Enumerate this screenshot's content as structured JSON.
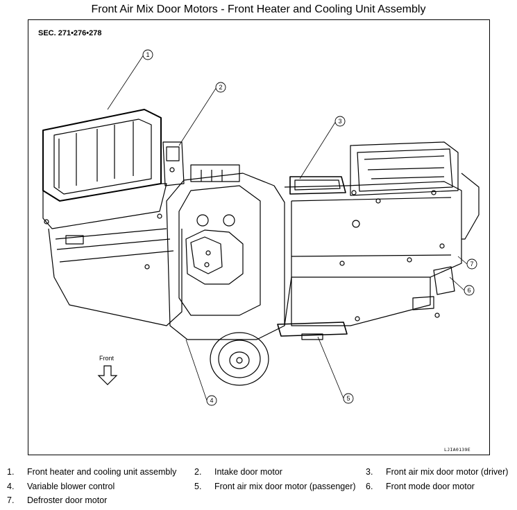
{
  "title": "Front Air Mix Door Motors - Front Heater and Cooling Unit Assembly",
  "section_ref": "SEC. 271•276•278",
  "image_code": "LJIA0139E",
  "front_label": "Front",
  "callouts": [
    {
      "num": "1"
    },
    {
      "num": "2"
    },
    {
      "num": "3"
    },
    {
      "num": "4"
    },
    {
      "num": "5"
    },
    {
      "num": "6"
    },
    {
      "num": "7"
    }
  ],
  "legend": [
    {
      "num": "1.",
      "text": "Front heater and cooling unit assembly"
    },
    {
      "num": "2.",
      "text": "Intake door motor"
    },
    {
      "num": "3.",
      "text": "Front air mix door motor (driver)"
    },
    {
      "num": "4.",
      "text": "Variable blower control"
    },
    {
      "num": "5.",
      "text": "Front air mix door motor (passenger)"
    },
    {
      "num": "6.",
      "text": "Front mode door motor"
    },
    {
      "num": "7.",
      "text": "Defroster door motor"
    }
  ]
}
